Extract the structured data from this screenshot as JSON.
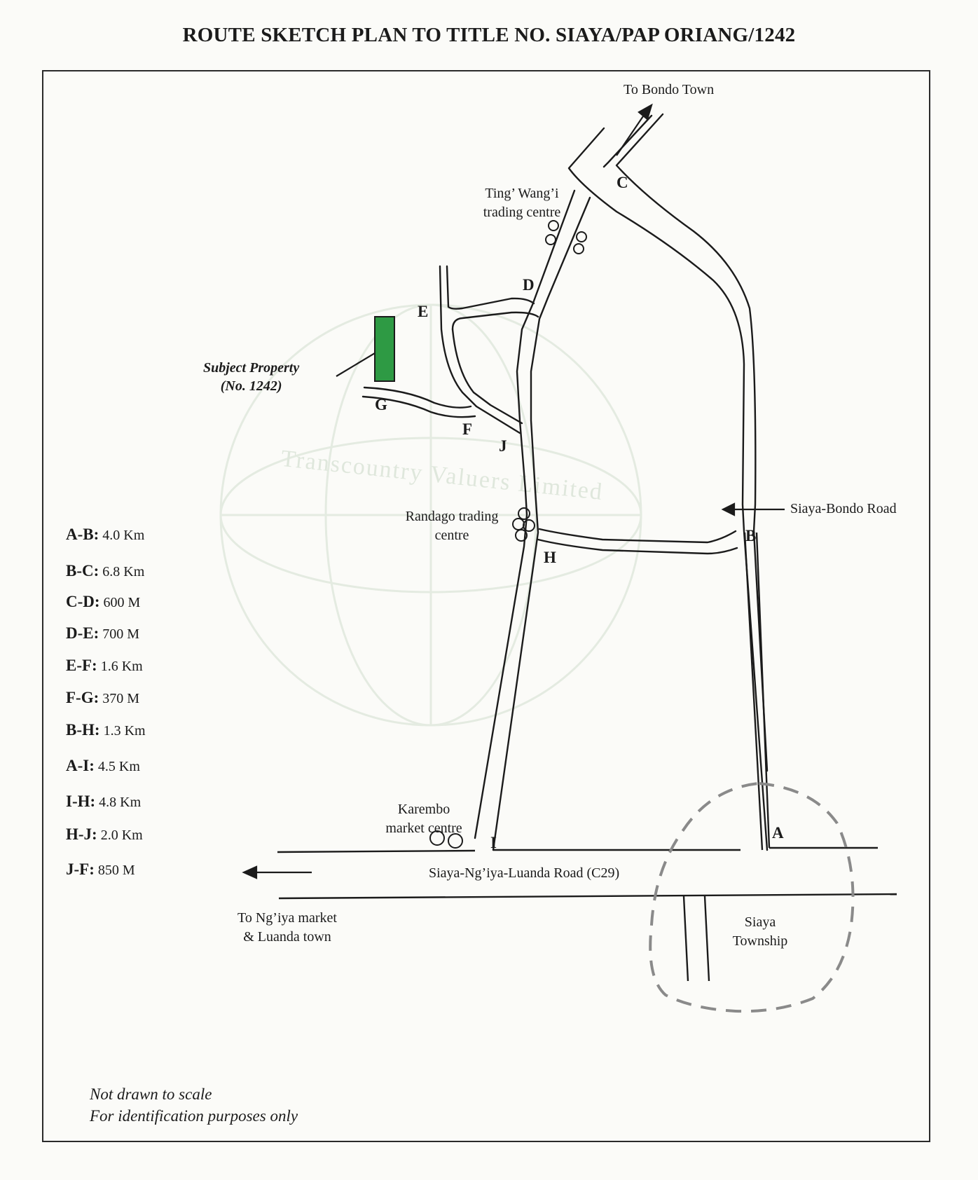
{
  "title": "ROUTE SKETCH PLAN TO TITLE NO. SIAYA/PAP ORIANG/1242",
  "watermark": "Transcountry Valuers Limited",
  "labels": {
    "to_bondo": "To Bondo Town",
    "ting_wangi_1": "Ting’ Wang’i",
    "ting_wangi_2": "trading centre",
    "subject_1": "Subject Property",
    "subject_2": "(No. 1242)",
    "randago_1": "Randago trading",
    "randago_2": "centre",
    "siaya_bondo_road": "Siaya-Bondo Road",
    "karembo_1": "Karembo",
    "karembo_2": "market centre",
    "c29_road": "Siaya-Ng’iya-Luanda Road (C29)",
    "to_ngiya_1": "To Ng’iya market",
    "to_ngiya_2": "& Luanda town",
    "township_1": "Siaya",
    "township_2": "Township"
  },
  "points": {
    "A": "A",
    "B": "B",
    "C": "C",
    "D": "D",
    "E": "E",
    "F": "F",
    "G": "G",
    "H": "H",
    "I": "I",
    "J": "J"
  },
  "legend": [
    {
      "seg": "A-B:",
      "dist": "4.0 Km"
    },
    {
      "seg": "B-C:",
      "dist": "6.8 Km"
    },
    {
      "seg": "C-D:",
      "dist": "600 M"
    },
    {
      "seg": "D-E:",
      "dist": "700 M"
    },
    {
      "seg": "E-F:",
      "dist": "1.6 Km"
    },
    {
      "seg": "F-G:",
      "dist": "370 M"
    },
    {
      "seg": "B-H:",
      "dist": "1.3 Km"
    },
    {
      "seg": "A-I:",
      "dist": "4.5 Km"
    },
    {
      "seg": "I-H:",
      "dist": "4.8 Km"
    },
    {
      "seg": "H-J:",
      "dist": "2.0 Km"
    },
    {
      "seg": "J-F:",
      "dist": "850 M"
    }
  ],
  "notes": {
    "line1": "Not drawn to scale",
    "line2": "For identification purposes only"
  },
  "colors": {
    "property": "#2e9a44",
    "road": "#1b1b1b",
    "township_boundary": "#8a8a8a",
    "watermark": "#e2eadf"
  }
}
